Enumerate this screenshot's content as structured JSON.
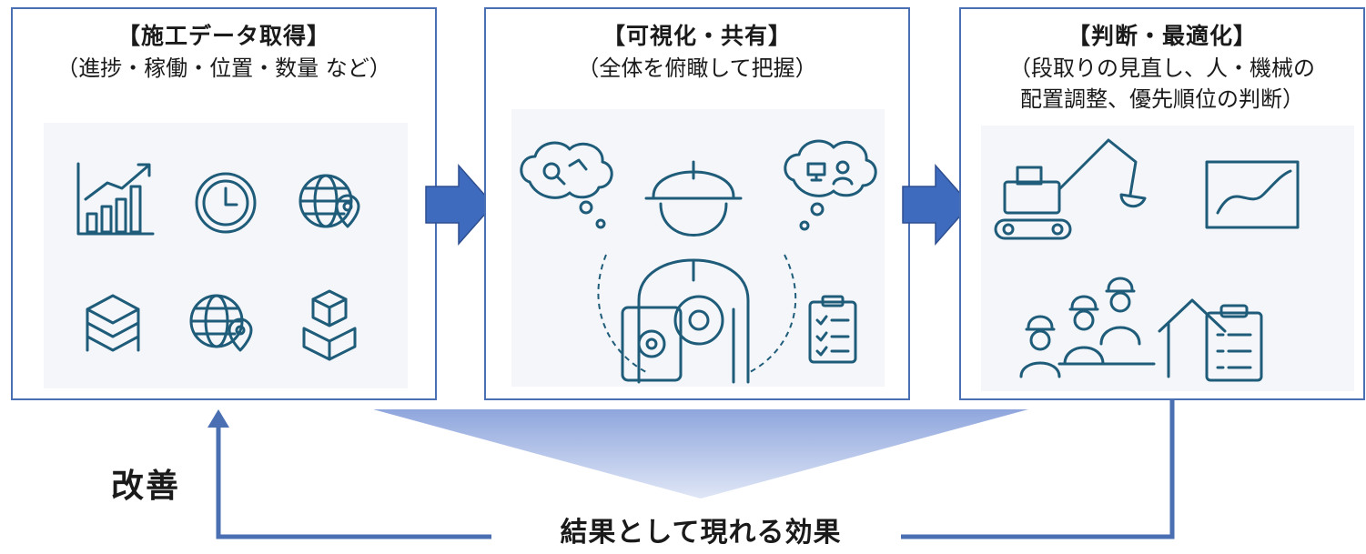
{
  "panels": [
    {
      "title": "【施工データ取得】",
      "subtitle_lines": [
        "（進捗・稼働・位置・数量 など）"
      ],
      "icons": [
        "bar-chart-icon",
        "clock-icon",
        "globe-pin-icon",
        "layers-icon",
        "globe-pin-icon",
        "boxes-icon"
      ]
    },
    {
      "title": "【可視化・共有】",
      "subtitle_lines": [
        "（全体を俯瞰して把握）"
      ],
      "icons": [
        "worker-icon",
        "search-thought-icon",
        "network-thought-icon",
        "tablet-gear-icon",
        "checklist-icon"
      ]
    },
    {
      "title": "【判断・最適化】",
      "subtitle_lines": [
        "（段取りの見直し、人・機械の",
        "配置調整、優先順位の判断）"
      ],
      "icons": [
        "excavator-icon",
        "trend-chart-icon",
        "workers-group-icon",
        "house-clipboard-icon"
      ]
    }
  ],
  "feedback_label": "改善",
  "result_label": "結果として現れる効果",
  "colors": {
    "border": "#4a6fb3",
    "arrow": "#3f6bbf",
    "icon": "#1e5c7a",
    "funnel_top": "#8fa6dd",
    "funnel_bottom": "#dfe6f6"
  }
}
